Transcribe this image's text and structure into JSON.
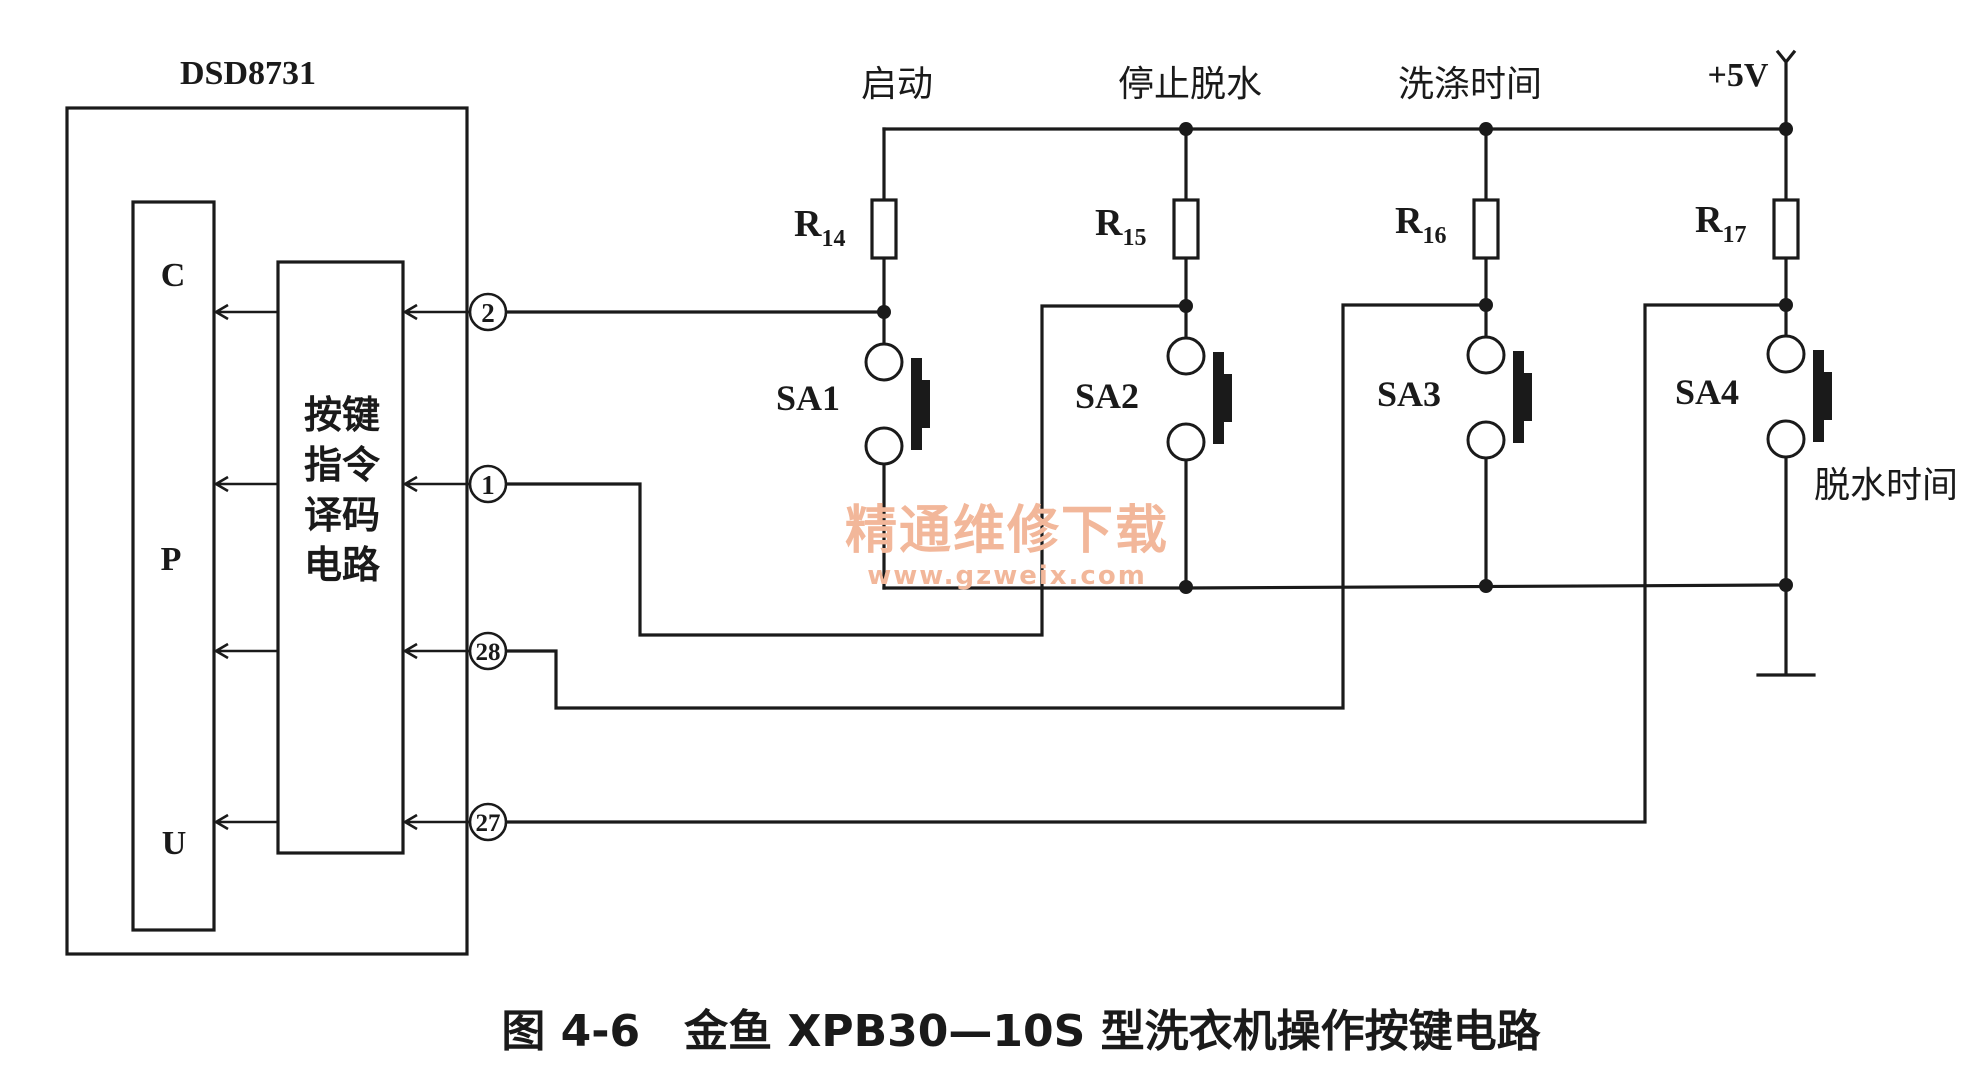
{
  "chip": {
    "name": "DSD8731"
  },
  "cpu": {
    "letters": [
      "C",
      "P",
      "U"
    ]
  },
  "decoder": {
    "lines": [
      "按键",
      "指令",
      "译码",
      "电路"
    ]
  },
  "pins": [
    "2",
    "1",
    "28",
    "27"
  ],
  "supply": "+5V",
  "function_labels": [
    "启动",
    "停止脱水",
    "洗涤时间",
    "脱水时间"
  ],
  "resistors": [
    {
      "base": "R",
      "sub": "14"
    },
    {
      "base": "R",
      "sub": "15"
    },
    {
      "base": "R",
      "sub": "16"
    },
    {
      "base": "R",
      "sub": "17"
    }
  ],
  "switches": [
    "SA1",
    "SA2",
    "SA3",
    "SA4"
  ],
  "watermark": {
    "line1": "精通维修下载",
    "line2": "www.gzweix.com"
  },
  "caption": "图 4-6　金鱼 XPB30—10S 型洗衣机操作按键电路"
}
